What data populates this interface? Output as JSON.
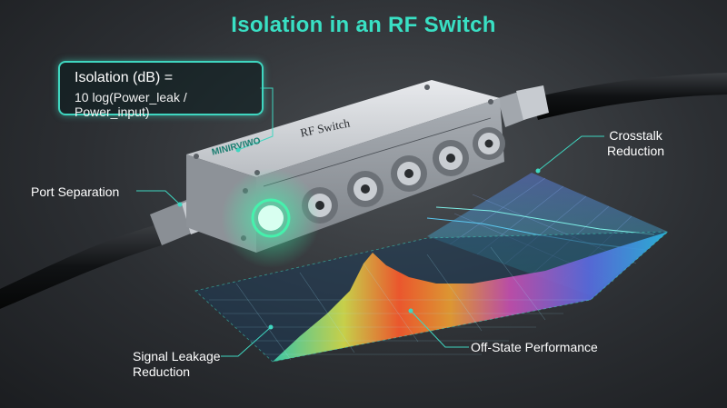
{
  "title": "Isolation in an RF Switch",
  "formula": {
    "line1": "Isolation (dB) =",
    "line2": "10 log(Power_leak / Power_input)"
  },
  "labels": {
    "port_separation": "Port Separation",
    "crosstalk_line1": "Crosstalk",
    "crosstalk_line2": "Reduction",
    "leakage_line1": "Signal Leakage",
    "leakage_line2": "Reduction",
    "off_state": "Off-State Performance"
  },
  "device": {
    "name": "RF Switch",
    "brand": "MINIRVIWO"
  },
  "colors": {
    "accent": "#39e0c4",
    "led": "#3dffb0",
    "heat_high": "#ff5a2a",
    "heat_low": "#2a7de0"
  }
}
